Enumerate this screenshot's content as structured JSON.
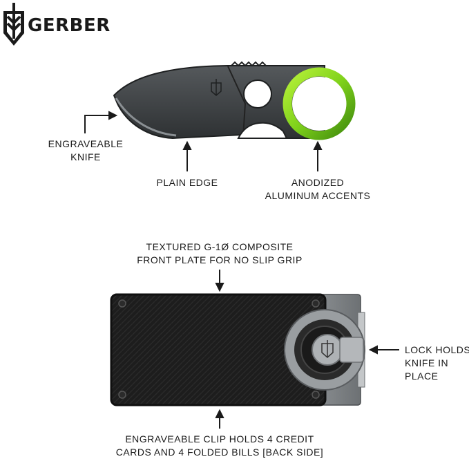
{
  "brand": {
    "name": "GERBER",
    "logo_icon": "gerber-shield-icon"
  },
  "callouts": {
    "engraveable_knife": [
      "ENGRAVEABLE",
      "KNIFE"
    ],
    "plain_edge": "PLAIN EDGE",
    "anodized": [
      "ANODIZED",
      "ALUMINUM ACCENTS"
    ],
    "front_plate": [
      "TEXTURED G-1Ø COMPOSITE",
      "FRONT PLATE FOR NO SLIP GRIP"
    ],
    "lock": [
      "LOCK HOLDS",
      "KNIFE IN",
      "PLACE"
    ],
    "clip": [
      "ENGRAVEABLE CLIP HOLDS 4 CREDIT",
      "CARDS AND 4 FOLDED BILLS [BACK SIDE]"
    ]
  },
  "colors": {
    "accent_green": "#7fd11b",
    "blade": "#3e4143",
    "plate": "#1b1b1b",
    "clip": "#8c9093"
  }
}
